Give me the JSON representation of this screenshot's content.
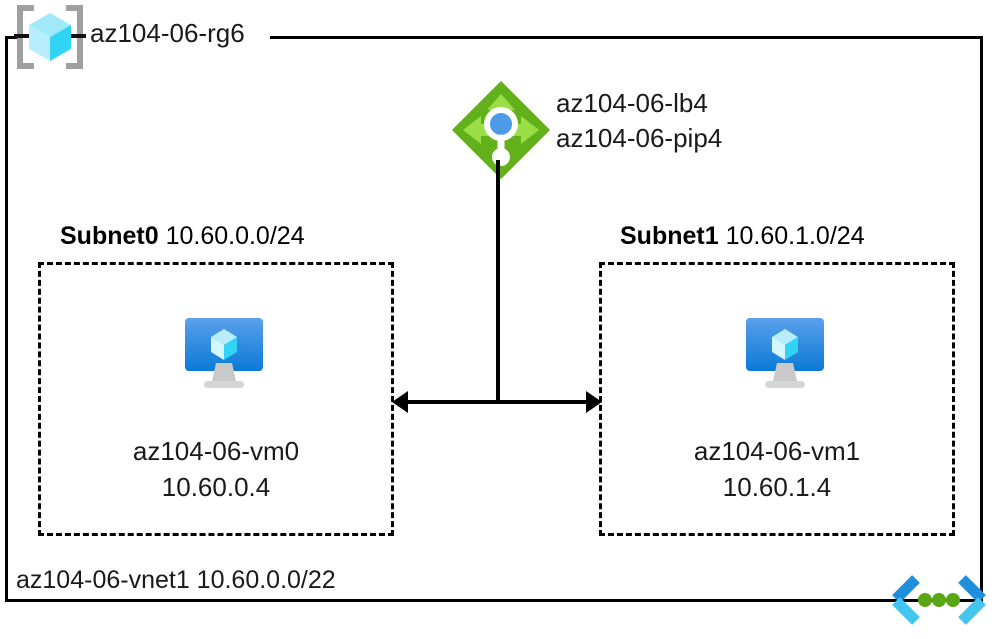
{
  "diagram": {
    "resource_group": {
      "label": "az104-06-rg6",
      "icon": "resource-group-cube-icon"
    },
    "load_balancer": {
      "icon": "load-balancer-icon",
      "lb_name": "az104-06-lb4",
      "pip_name": "az104-06-pip4"
    },
    "subnets": [
      {
        "name": "Subnet0",
        "cidr": "10.60.0.0/24",
        "vm": {
          "icon": "virtual-machine-icon",
          "name": "az104-06-vm0",
          "ip": "10.60.0.4"
        }
      },
      {
        "name": "Subnet1",
        "cidr": "10.60.1.0/24",
        "vm": {
          "icon": "virtual-machine-icon",
          "name": "az104-06-vm1",
          "ip": "10.60.1.4"
        }
      }
    ],
    "vnet": {
      "label": "az104-06-vnet1 10.60.0.0/22",
      "icon": "virtual-network-icon"
    },
    "connector": {
      "icon": "double-headed-arrow-icon"
    },
    "colors": {
      "line": "#000000",
      "text": "#1a1a1a",
      "resource_group_cube_light": "#9fe9fb",
      "resource_group_cube_dark": "#32d4f5",
      "resource_group_bracket": "#a0a0a0",
      "load_balancer_green_dark": "#5aa716",
      "load_balancer_green_light": "#86d633",
      "load_balancer_dot_blue": "#4c9ae8",
      "vm_screen_top": "#5ba0ec",
      "vm_screen_bottom": "#0a7ad6",
      "vm_stand_gray": "#c9c9c9",
      "vnet_chevron_dark": "#1f8fdb",
      "vnet_chevron_light": "#42c6f0",
      "vnet_dot_green": "#5aa716"
    }
  }
}
